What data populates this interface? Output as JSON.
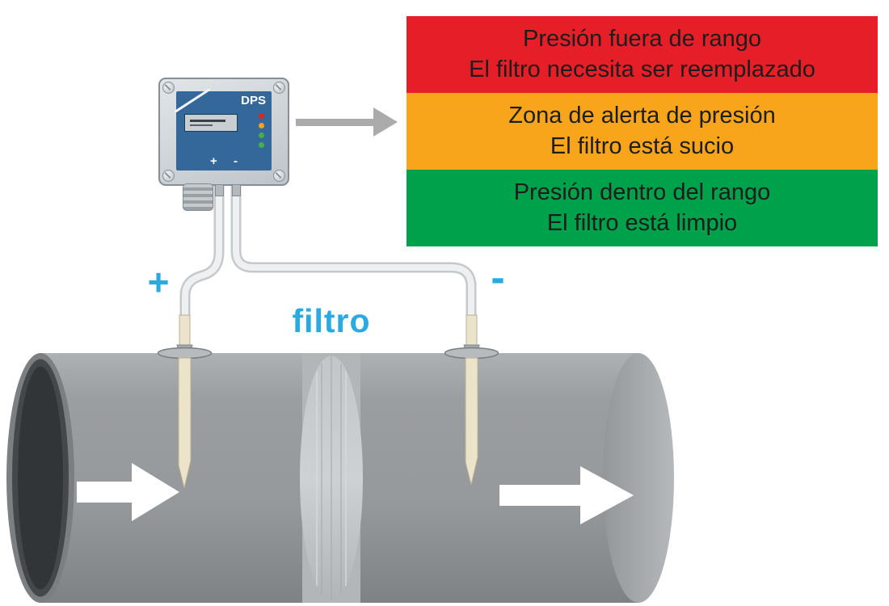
{
  "legend": {
    "bands": [
      {
        "bg": "#e61e28",
        "fg": "#1d1d1b",
        "line1": "Presión fuera de rango",
        "line2": "El filtro necesita ser reemplazado"
      },
      {
        "bg": "#f8a51b",
        "fg": "#1d1d1b",
        "line1": "Zona de alerta de presión",
        "line2": "El filtro está sucio"
      },
      {
        "bg": "#00a14b",
        "fg": "#1d1d1b",
        "line1": "Presión dentro del rango",
        "line2": "El filtro está limpio"
      }
    ]
  },
  "device": {
    "name": "DPS",
    "display_plus": "+",
    "display_minus": "-",
    "leds": [
      "#e02528",
      "#f2a21b",
      "#43b14b",
      "#43b14b"
    ]
  },
  "pipe_labels": {
    "plus": "+",
    "minus": "-",
    "filter": "filtro",
    "accent": "#29abe2"
  }
}
